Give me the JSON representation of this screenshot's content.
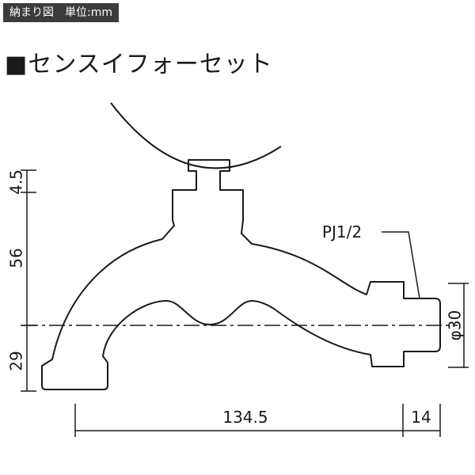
{
  "header": {
    "label": "納まり図　単位:mm"
  },
  "title": "■センスイフォーセット",
  "dimensions": {
    "vertical_top": "4.5",
    "vertical_middle": "56",
    "vertical_bottom": "29",
    "horizontal_main": "134.5",
    "horizontal_tip": "14",
    "diameter": "φ30"
  },
  "callout": {
    "thread_label": "PJ1/2"
  },
  "colors": {
    "line": "#1a1a1a",
    "header_bg": "#3c3c3c",
    "header_text": "#ffffff"
  }
}
